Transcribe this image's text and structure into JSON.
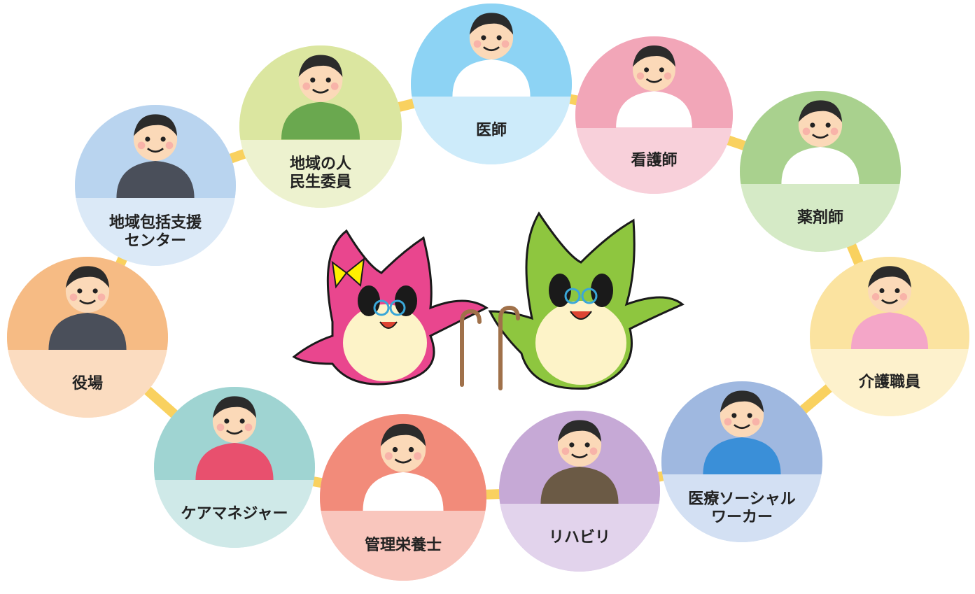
{
  "nodes": [
    {
      "id": "ishi",
      "lines": [
        "医師"
      ],
      "top_color": "#8dd3f4",
      "band_color": "#cdebfa",
      "figure": "doctor"
    },
    {
      "id": "kangoshi",
      "lines": [
        "看護師"
      ],
      "top_color": "#f2a6b8",
      "band_color": "#f8d0da",
      "figure": "nurse"
    },
    {
      "id": "yakuzaishi",
      "lines": [
        "薬剤師"
      ],
      "top_color": "#a9d18e",
      "band_color": "#d5eac6",
      "figure": "pharmacist"
    },
    {
      "id": "kaigo",
      "lines": [
        "介護職員"
      ],
      "top_color": "#fbe3a0",
      "band_color": "#fdf1cc",
      "figure": "caregiver"
    },
    {
      "id": "msw",
      "lines": [
        "医療ソーシャル",
        "ワーカー"
      ],
      "top_color": "#9fb8e0",
      "band_color": "#d3e0f3",
      "figure": "socialworker"
    },
    {
      "id": "rihabiri",
      "lines": [
        "リハビリ"
      ],
      "top_color": "#c6a9d6",
      "band_color": "#e2d3ec",
      "figure": "rehab"
    },
    {
      "id": "eiyoushi",
      "lines": [
        "管理栄養士"
      ],
      "top_color": "#f28b7a",
      "band_color": "#f9c6bd",
      "figure": "dietitian"
    },
    {
      "id": "caremanager",
      "lines": [
        "ケアマネジャー"
      ],
      "top_color": "#9fd4d2",
      "band_color": "#cfe9e8",
      "figure": "caremanager"
    },
    {
      "id": "yakuba",
      "lines": [
        "役場"
      ],
      "top_color": "#f6bb84",
      "band_color": "#fbdcc0",
      "figure": "office"
    },
    {
      "id": "houkatsu",
      "lines": [
        "地域包括支援",
        "センター"
      ],
      "top_color": "#b9d4ef",
      "band_color": "#dbe9f7",
      "figure": "center"
    },
    {
      "id": "chiiki",
      "lines": [
        "地域の人",
        "民生委員"
      ],
      "top_color": "#dbe6a0",
      "band_color": "#edf2cf",
      "figure": "community"
    }
  ],
  "colors": {
    "ring": "#f9d15f",
    "pink_mascot": "#e9468e",
    "green_mascot": "#8ec63f",
    "cream": "#fdf3c8",
    "bow": "#fff000"
  }
}
